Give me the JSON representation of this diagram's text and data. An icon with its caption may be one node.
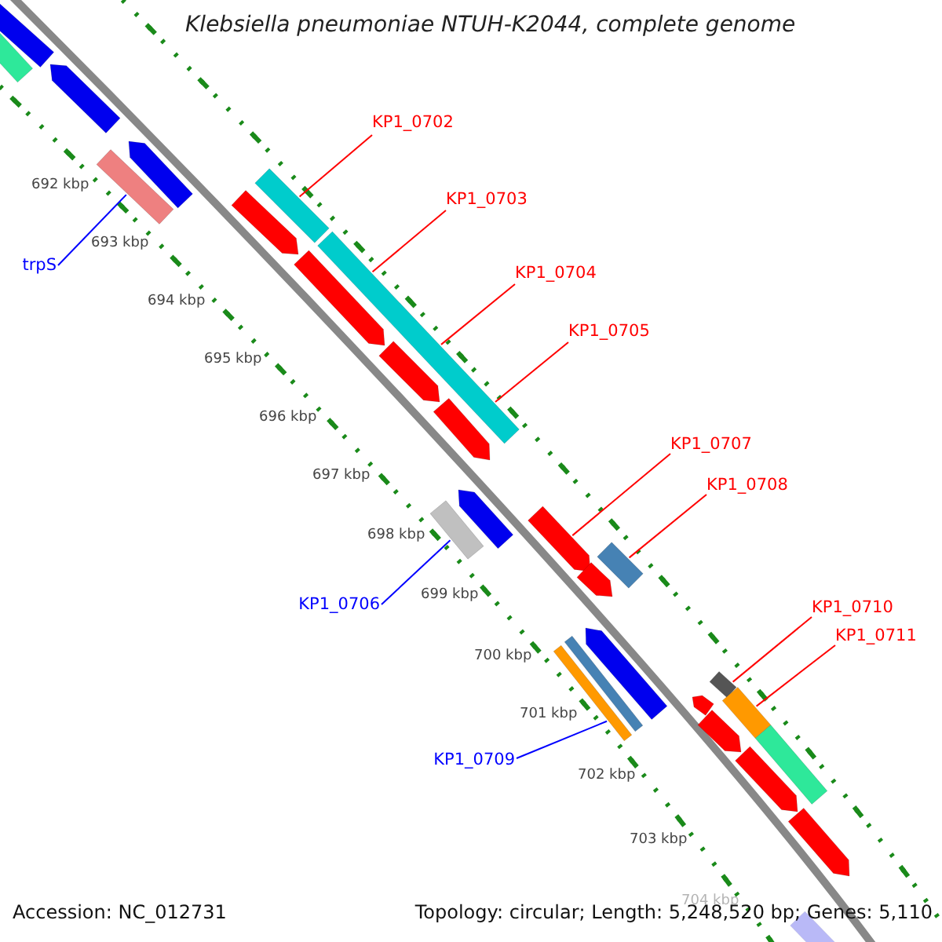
{
  "diagram": {
    "title": "Klebsiella pneumoniae NTUH-K2044, complete genome",
    "nodes": [
      {
        "text": [
          "trpS"
        ]
      },
      {
        "text": [
          "KP1_0702"
        ]
      },
      {
        "text": [
          "KP1_0703"
        ]
      },
      {
        "text": [
          "KP1_0704"
        ]
      },
      {
        "text": [
          "KP1_0705"
        ]
      },
      {
        "text": [
          "KP1_0706"
        ]
      },
      {
        "text": [
          "KP1_0707"
        ]
      },
      {
        "text": [
          "KP1_0708"
        ]
      },
      {
        "text": [
          "KP1_0709"
        ]
      },
      {
        "text": [
          "KP1_0710"
        ]
      },
      {
        "text": [
          "KP1_0711"
        ]
      },
      {
        "text": [],
        "shape": "bar"
      },
      {
        "text": [],
        "shape": "bar"
      },
      {
        "text": [],
        "shape": "arrow"
      },
      {
        "text": [],
        "shape": "arrow"
      },
      {
        "text": [],
        "shape": "bar"
      },
      {
        "text": [],
        "shape": "arrow"
      },
      {
        "text": [],
        "shape": "bar"
      },
      {
        "text": [],
        "shape": "arrow"
      },
      {
        "text": [],
        "shape": "bar"
      },
      {
        "text": [],
        "shape": "arrow"
      },
      {
        "text": [],
        "shape": "arrow"
      },
      {
        "text": [],
        "shape": "arrow"
      },
      {
        "text": [],
        "shape": "bar"
      },
      {
        "text": [],
        "shape": "arrow"
      },
      {
        "text": [],
        "shape": "arrow"
      },
      {
        "text": [],
        "shape": "bar"
      },
      {
        "text": [],
        "shape": "arrow"
      },
      {
        "text": [],
        "shape": "bar"
      },
      {
        "text": [],
        "shape": "bar"
      },
      {
        "text": [],
        "shape": "arrow"
      },
      {
        "text": [],
        "shape": "bar"
      },
      {
        "text": [],
        "shape": "arrow"
      },
      {
        "text": [],
        "shape": "bar"
      },
      {
        "text": [],
        "shape": "bar"
      },
      {
        "text": [],
        "shape": "arrow"
      },
      {
        "text": [],
        "shape": "arrow"
      },
      {
        "text": [],
        "shape": "bar"
      }
    ],
    "edges": [
      {
        "from": 0,
        "to": 15,
        "arrow": "none",
        "color": "#0000ff"
      },
      {
        "from": 1,
        "to": 17,
        "arrow": "none"
      },
      {
        "from": 2,
        "to": 19,
        "arrow": "none"
      },
      {
        "from": 3,
        "to": 19,
        "arrow": "none"
      },
      {
        "from": 4,
        "to": 19,
        "arrow": "none"
      },
      {
        "from": 5,
        "to": 23,
        "arrow": "none",
        "color": "#0000ff"
      },
      {
        "from": 6,
        "to": 24,
        "arrow": "none"
      },
      {
        "from": 7,
        "to": 26,
        "arrow": "none"
      },
      {
        "from": 8,
        "to": 29,
        "arrow": "none",
        "color": "#0000ff"
      },
      {
        "from": 9,
        "to": 31,
        "arrow": "none"
      },
      {
        "from": 10,
        "to": 33,
        "arrow": "none"
      }
    ],
    "labels": [
      "692 kbp",
      "693 kbp",
      "694 kbp",
      "695 kbp",
      "696 kbp",
      "697 kbp",
      "698 kbp",
      "699 kbp",
      "700 kbp",
      "701 kbp",
      "702 kbp",
      "703 kbp",
      "704 kbp",
      "Accession: NC_012731",
      "Topology: circular; Length: 5,248,520 bp; Genes: 5,110"
    ]
  }
}
